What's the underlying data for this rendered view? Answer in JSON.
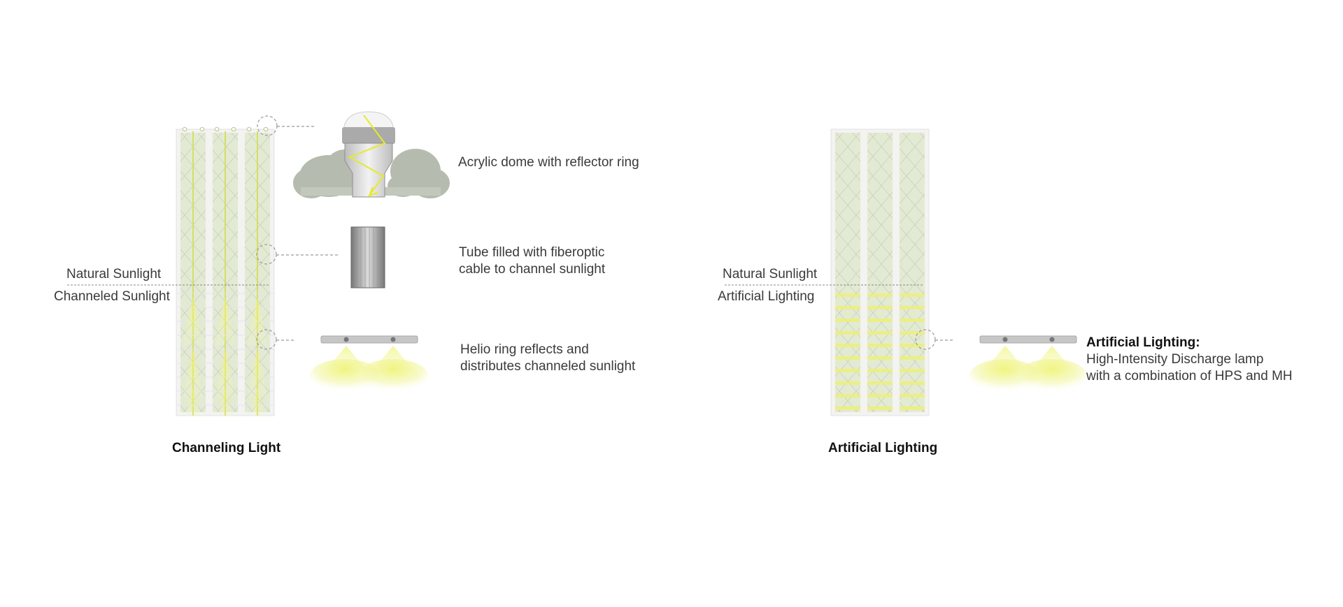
{
  "left_panel": {
    "label_natural": "Natural Sunlight",
    "label_channeled": "Channeled Sunlight",
    "caption": "Channeling Light",
    "callouts": {
      "dome": "Acrylic dome with reflector ring",
      "tube_line1": "Tube filled with fiberoptic",
      "tube_line2": "cable to channel sunlight",
      "helio_line1": "Helio ring reflects and",
      "helio_line2": "distributes channeled sunlight"
    }
  },
  "right_panel": {
    "label_natural": "Natural Sunlight",
    "label_artificial": "Artificial Lighting",
    "caption": "Artificial Lighting",
    "callout_title": "Artificial Lighting:",
    "callout_line1": "High-Intensity Discharge lamp",
    "callout_line2": "with a combination of HPS and MH"
  },
  "colors": {
    "light_glow": "#f4f7a0",
    "accent_yellow": "#e8ec4a",
    "tower_green": "#dfe6cf",
    "dashed_line": "#888888"
  }
}
